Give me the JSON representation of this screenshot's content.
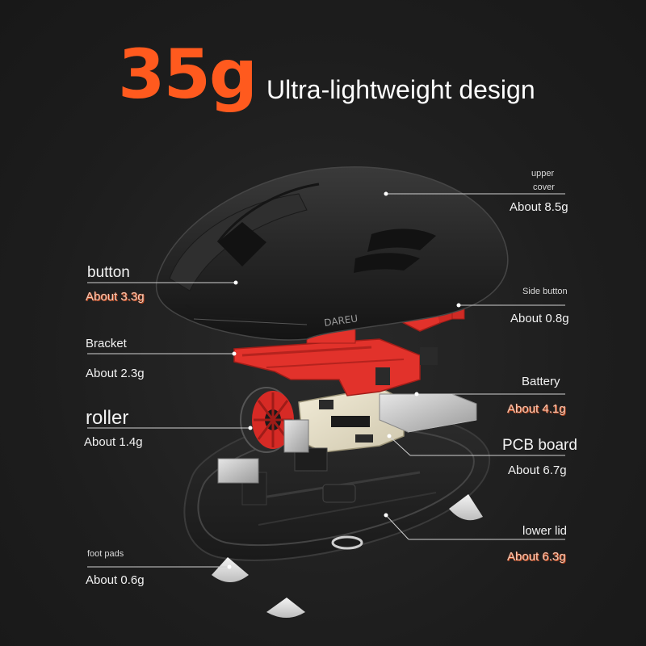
{
  "headline": {
    "number": "35g",
    "text": "Ultra-lightweight design"
  },
  "brand_mark": "DAREU",
  "colors": {
    "background": "#1f1f1f",
    "accent_orange": "#ff5a1e",
    "bracket_red": "#e2322b",
    "shell_black": "#2a2a2a",
    "label_white": "#f2f2f2"
  },
  "parts": [
    {
      "id": "upper-cover",
      "name_lines": [
        "upper",
        "cover"
      ],
      "weight": "About 8.5g"
    },
    {
      "id": "button",
      "name": "button",
      "weight": "About 3.3g"
    },
    {
      "id": "side-button",
      "name": "Side button",
      "weight": "About 0.8g"
    },
    {
      "id": "bracket",
      "name": "Bracket",
      "weight": "About 2.3g"
    },
    {
      "id": "battery",
      "name": "Battery",
      "weight": "About 4.1g"
    },
    {
      "id": "roller",
      "name": "roller",
      "weight": "About 1.4g"
    },
    {
      "id": "pcb-board",
      "name": "PCB board",
      "weight": "About 6.7g"
    },
    {
      "id": "lower-lid",
      "name": "lower lid",
      "weight": "About 6.3g"
    },
    {
      "id": "foot-pads",
      "name": "foot pads",
      "weight": "About 0.6g"
    }
  ]
}
